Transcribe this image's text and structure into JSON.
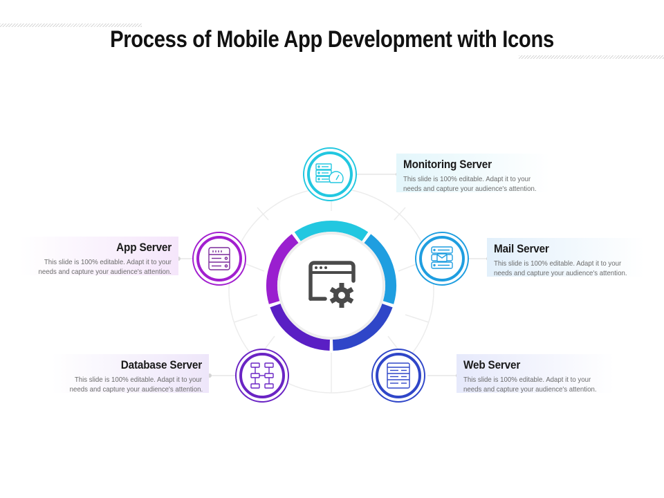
{
  "title": "Process of Mobile App Development with Icons",
  "center": {
    "icon": "app-window-gear-icon",
    "color": "#4a4a4a"
  },
  "ring_segments": [
    {
      "color": "#22c7e0"
    },
    {
      "color": "#1f9ee0"
    },
    {
      "color": "#2f46c8"
    },
    {
      "color": "#5a1fc4"
    },
    {
      "color": "#9a1fcf"
    }
  ],
  "nodes": [
    {
      "key": "monitoring",
      "title": "Monitoring Server",
      "desc1": "This slide is 100% editable. Adapt it to your",
      "desc2": "needs and capture your audience's attention.",
      "icon": "monitoring-server-gauge-icon",
      "color": "#22c7e0",
      "card_tint": "#e3f6fb"
    },
    {
      "key": "mail",
      "title": "Mail Server",
      "desc1": "This slide is 100% editable. Adapt it to your",
      "desc2": "needs and capture your audience's attention.",
      "icon": "mail-server-icon",
      "color": "#1f9ee0",
      "card_tint": "#e2f0fb"
    },
    {
      "key": "web",
      "title": "Web Server",
      "desc1": "This slide is 100% editable. Adapt it to your",
      "desc2": "needs and capture your audience's attention.",
      "icon": "web-server-icon",
      "color": "#2f46c8",
      "card_tint": "#e6e9fb"
    },
    {
      "key": "database",
      "title": "Database Server",
      "desc1": "This slide is 100% editable. Adapt it to your",
      "desc2": "needs and capture your audience's attention.",
      "icon": "database-server-icon",
      "color": "#6a24c4",
      "card_tint": "#eee6fa"
    },
    {
      "key": "app",
      "title": "App Server",
      "desc1": "This slide is 100% editable. Adapt it to your",
      "desc2": "needs and capture your audience's attention.",
      "icon": "app-server-icon",
      "color": "#a21fcf",
      "card_tint": "#f5e6fb"
    }
  ]
}
